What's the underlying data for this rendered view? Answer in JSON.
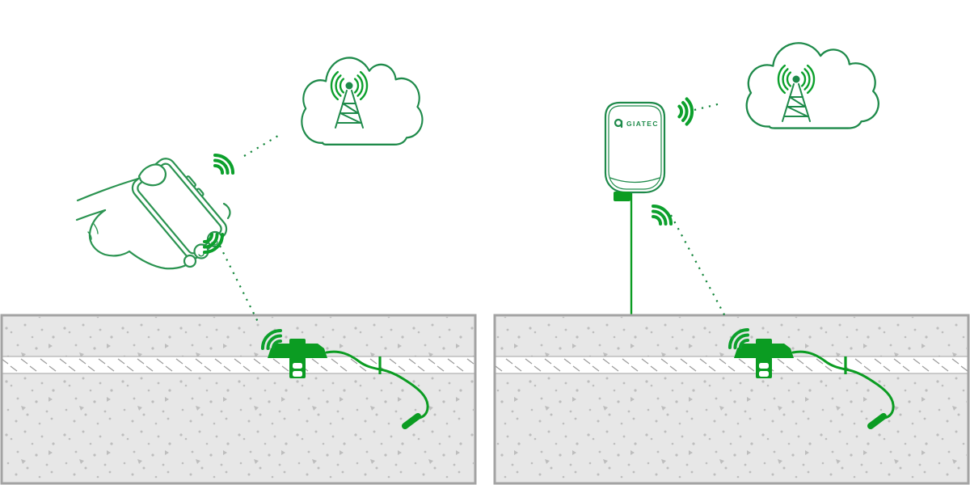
{
  "brand": {
    "gateway_label": "GIATEC"
  },
  "colors": {
    "outline_green": "#1e8a4a",
    "hand_phone_green": "#2a9350",
    "signal_green": "#0ca02c",
    "dot_green": "#14863b",
    "solid_green": "#0b9c22",
    "concrete_fill": "#e7e7e7",
    "concrete_border": "#a3a3a3",
    "speckle_gray": "#bdbdbd",
    "hatch_gray": "#9a9a9a",
    "rebar_band_white": "#ffffff",
    "background": "#ffffff"
  },
  "scenes": [
    {
      "id": "phone-scene",
      "side": "left",
      "icons": [
        "hand-icon",
        "smartphone-icon",
        "wifi-signal-icon",
        "cloud-icon",
        "cell-tower-icon",
        "radio-waves-icon",
        "embedded-sensor-icon",
        "sensor-cable",
        "sensor-probe",
        "rebar-tie",
        "concrete-slab",
        "rebar-layer",
        "dotted-link"
      ]
    },
    {
      "id": "gateway-scene",
      "side": "right",
      "icons": [
        "gateway-device-icon",
        "brand-logo-icon",
        "mounting-pole",
        "wifi-signal-icon",
        "cloud-icon",
        "cell-tower-icon",
        "radio-waves-icon",
        "embedded-sensor-icon",
        "sensor-cable",
        "sensor-probe",
        "rebar-tie",
        "concrete-slab",
        "rebar-layer",
        "dotted-link"
      ]
    }
  ]
}
